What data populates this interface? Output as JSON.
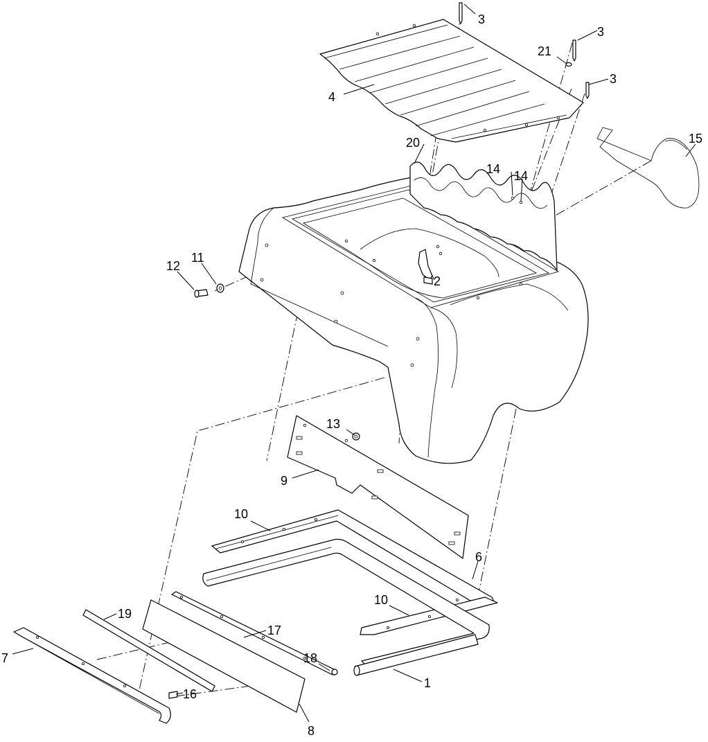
{
  "callouts": [
    {
      "id": "c1",
      "label": "1"
    },
    {
      "id": "c2",
      "label": "2"
    },
    {
      "id": "c3a",
      "label": "3"
    },
    {
      "id": "c3b",
      "label": "3"
    },
    {
      "id": "c3c",
      "label": "3"
    },
    {
      "id": "c4",
      "label": "4"
    },
    {
      "id": "c6",
      "label": "6"
    },
    {
      "id": "c7",
      "label": "7"
    },
    {
      "id": "c8",
      "label": "8"
    },
    {
      "id": "c9",
      "label": "9"
    },
    {
      "id": "c10a",
      "label": "10"
    },
    {
      "id": "c10b",
      "label": "10"
    },
    {
      "id": "c11",
      "label": "11"
    },
    {
      "id": "c12",
      "label": "12"
    },
    {
      "id": "c13",
      "label": "13"
    },
    {
      "id": "c14a",
      "label": "14"
    },
    {
      "id": "c14b",
      "label": "14"
    },
    {
      "id": "c15",
      "label": "15"
    },
    {
      "id": "c16",
      "label": "16"
    },
    {
      "id": "c17",
      "label": "17"
    },
    {
      "id": "c18",
      "label": "18"
    },
    {
      "id": "c19",
      "label": "19"
    },
    {
      "id": "c20",
      "label": "20"
    },
    {
      "id": "c21",
      "label": "21"
    }
  ]
}
